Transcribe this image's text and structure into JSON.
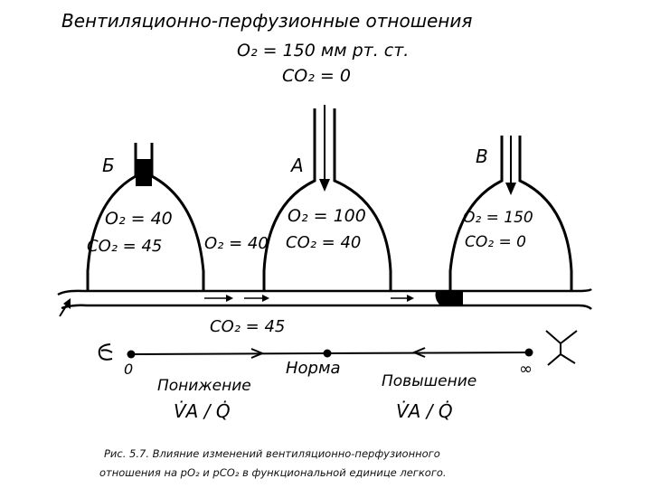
{
  "title": "Вентиляционно-перфузионные отношения",
  "inspired": {
    "o2": "O₂ = 150 мм рт. ст.",
    "co2": "CO₂ = 0"
  },
  "units": {
    "b": {
      "letter": "Б",
      "o2": "O₂ = 40",
      "co2": "CO₂ = 45"
    },
    "a": {
      "letter": "А",
      "o2": "O₂ = 100",
      "co2": "CO₂ = 40"
    },
    "v": {
      "letter": "В",
      "o2": "O₂ = 150",
      "co2": "CO₂ = 0"
    }
  },
  "venous": {
    "o2": "O₂ = 40",
    "co2": "CO₂ = 45"
  },
  "scale": {
    "zero": "0",
    "infinity": "∞",
    "norma": "Норма",
    "decrease": "Понижение",
    "increase": "Повышение",
    "ratio": "V̇A / Q̇"
  },
  "caption": {
    "line1": "Рис. 5.7. Влияние изменений вентиляционно-перфузионного",
    "line2": "отношения на pO₂ и pCO₂ в функциональной единице легкого."
  }
}
